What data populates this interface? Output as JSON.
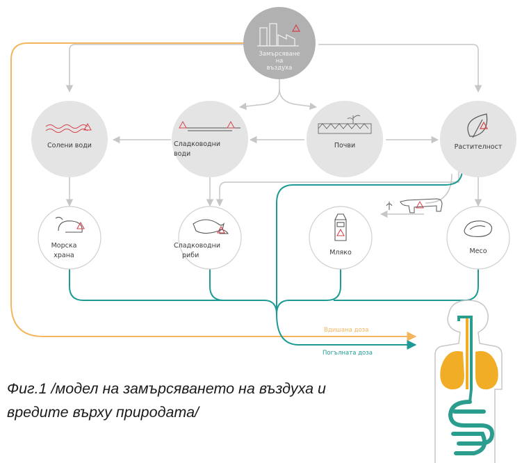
{
  "diagram": {
    "source_node": {
      "label_lines": [
        "Замърсяване",
        "на",
        "въздуха"
      ]
    },
    "environment_nodes": {
      "salt_water": {
        "label_lines": [
          "Солени води"
        ]
      },
      "freshwater": {
        "label_lines": [
          "Сладководни",
          "води"
        ]
      },
      "soil": {
        "label_lines": [
          "Почви"
        ]
      },
      "vegetation": {
        "label_lines": [
          "Растителност"
        ]
      }
    },
    "food_nodes": {
      "seafood": {
        "label_lines": [
          "Морска",
          "храна"
        ]
      },
      "freshwater_fish": {
        "label_lines": [
          "Сладководни",
          "риби"
        ]
      },
      "milk": {
        "label_lines": [
          "Мляко"
        ]
      },
      "meat": {
        "label_lines": [
          "Месо"
        ]
      }
    },
    "flows": {
      "inhaled_dose": {
        "label": "Вдишана доза",
        "color": "#f5b55e"
      },
      "ingested_dose": {
        "label": "Погълната доза",
        "color": "#1d9a94"
      }
    },
    "colors": {
      "gray_arrow": "#c6c6c6",
      "environment_fill": "#e4e4e4",
      "source_fill": "#b1b1b1",
      "food_stroke": "#cfcfcf",
      "pollutant_red": "#d7424a",
      "lungs": "#f2ad27",
      "intestine": "#2a9d8f"
    }
  },
  "caption": {
    "line1": "Фиг.1 /модел на замърсяването на въздуха и",
    "line2": "вредите върху природата/"
  }
}
